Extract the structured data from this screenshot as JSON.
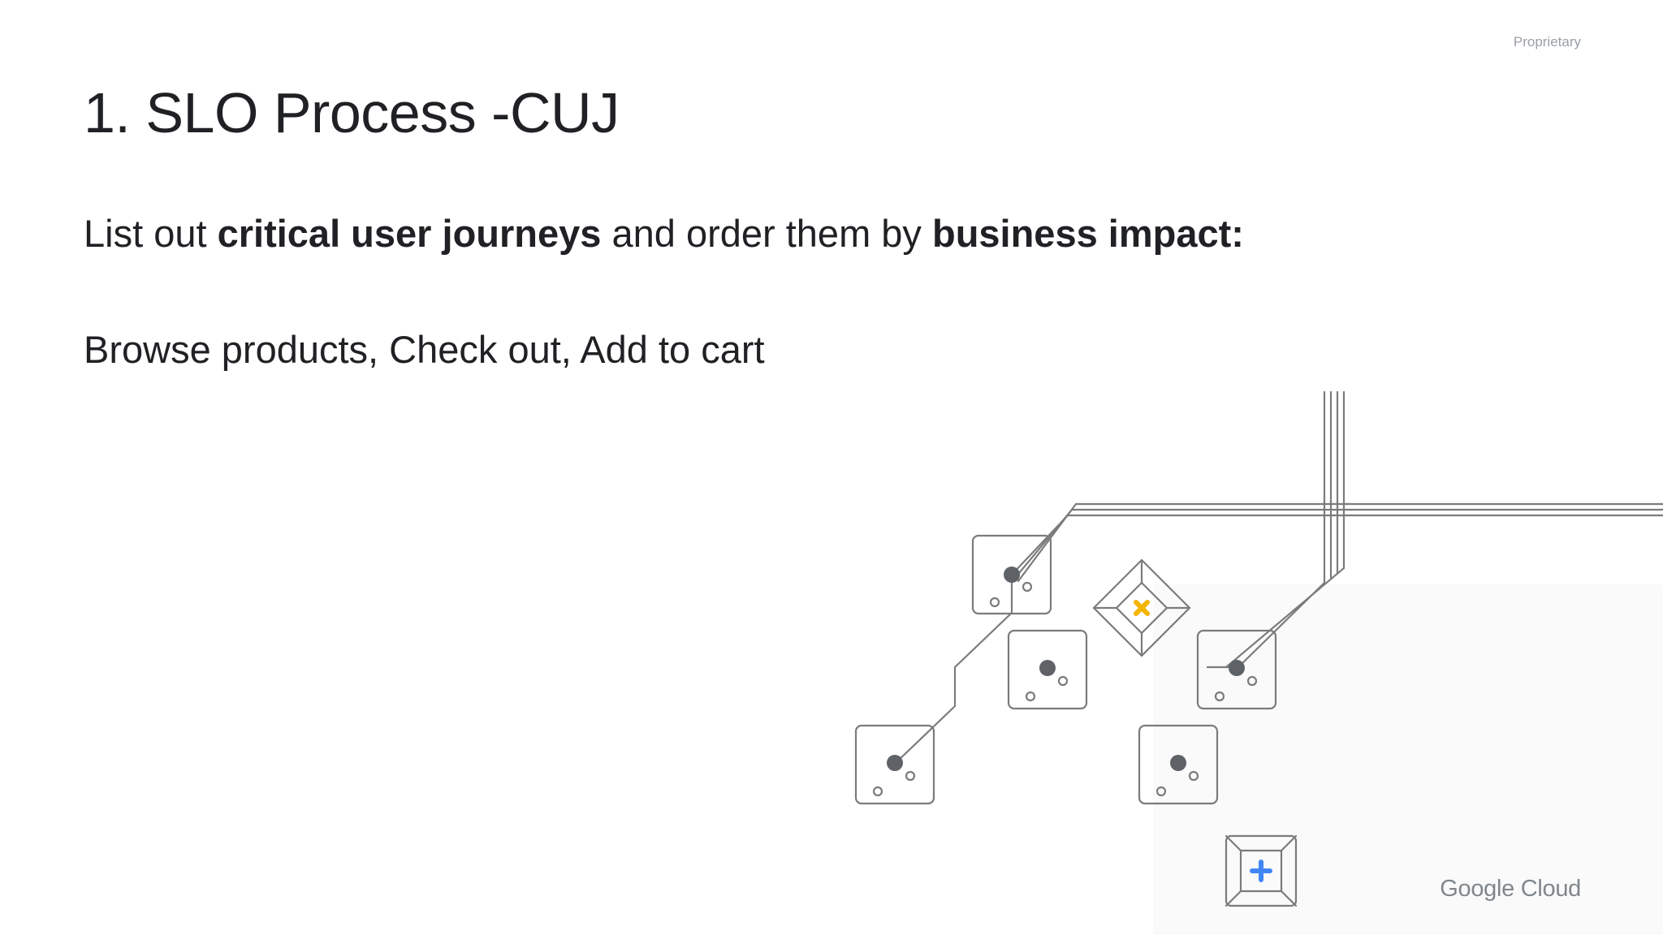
{
  "header": {
    "proprietary_label": "Proprietary"
  },
  "slide": {
    "title": "1. SLO Process -CUJ",
    "subtitle_part1": "List out ",
    "subtitle_bold1": "critical user journeys",
    "subtitle_part2": " and order them by ",
    "subtitle_bold2": "business impact:",
    "journeys": "Browse products, Check out, Add to cart"
  },
  "footer": {
    "logo_text": "Google Cloud"
  },
  "illustration": {
    "icons": [
      "node-tile-icon",
      "diamond-x-icon",
      "plus-box-icon"
    ],
    "colors": {
      "line": "#7b7b7b",
      "dot": "#5f6368",
      "accent_yellow": "#f4b400",
      "accent_blue": "#4285f4"
    }
  }
}
